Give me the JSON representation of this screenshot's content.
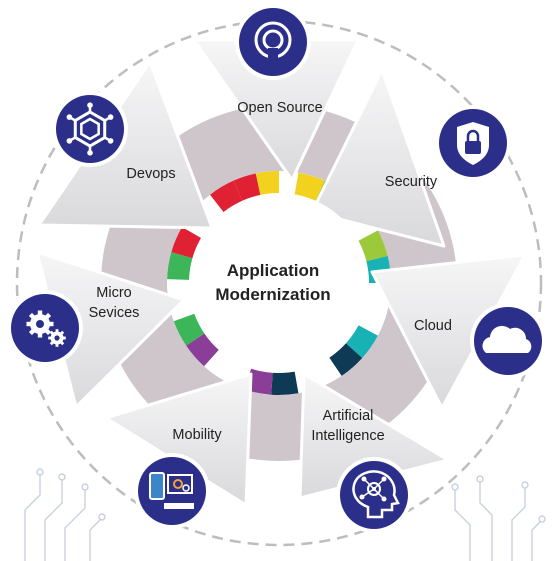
{
  "center": {
    "line1": "Application",
    "line2": "Modernization"
  },
  "segments": [
    {
      "label_lines": [
        "Open Source"
      ],
      "icon": "open-source-icon"
    },
    {
      "label_lines": [
        "Security"
      ],
      "icon": "shield-lock-icon"
    },
    {
      "label_lines": [
        "Cloud"
      ],
      "icon": "cloud-icon"
    },
    {
      "label_lines": [
        "Artificial",
        "Intelligence"
      ],
      "icon": "ai-head-icon"
    },
    {
      "label_lines": [
        "Mobility"
      ],
      "icon": "mobile-devices-icon"
    },
    {
      "label_lines": [
        "Micro",
        "Sevices"
      ],
      "icon": "gears-icon"
    },
    {
      "label_lines": [
        "Devops"
      ],
      "icon": "hexagon-network-icon"
    }
  ],
  "colors": {
    "navy": "#2b2f8a",
    "ring_gray": "#cfc6cb",
    "segment_gray": "#e3e3e5",
    "dashed": "#bdbdbd",
    "circuit": "#c9d0dd",
    "accent_yellow": "#f2d21e",
    "accent_lime": "#9cc93a",
    "accent_teal": "#18b2b5",
    "accent_navy": "#0f3a55",
    "accent_purple": "#8a3e98",
    "accent_green": "#3db65a",
    "accent_red": "#e02133"
  }
}
